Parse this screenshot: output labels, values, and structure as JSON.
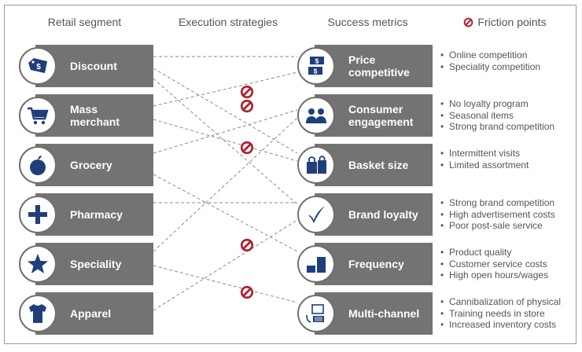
{
  "headers": {
    "retail_segment": "Retail segment",
    "execution_strategies": "Execution strategies",
    "success_metrics": "Success metrics",
    "friction_points": "Friction points"
  },
  "segments": [
    {
      "label": "Discount",
      "icon": "price-tag-icon"
    },
    {
      "label": "Mass\nmerchant",
      "icon": "shopping-cart-icon"
    },
    {
      "label": "Grocery",
      "icon": "apple-icon"
    },
    {
      "label": "Pharmacy",
      "icon": "cross-icon"
    },
    {
      "label": "Speciality",
      "icon": "star-icon"
    },
    {
      "label": "Apparel",
      "icon": "shirt-icon"
    }
  ],
  "metrics": [
    {
      "label": "Price\ncompetitive",
      "icon": "dollar-bills-icon"
    },
    {
      "label": "Consumer\nengagement",
      "icon": "people-icon"
    },
    {
      "label": "Basket size",
      "icon": "shopping-bags-icon"
    },
    {
      "label": "Brand loyalty",
      "icon": "checkmark-icon"
    },
    {
      "label": "Frequency",
      "icon": "bar-steps-icon"
    },
    {
      "label": "Multi-channel",
      "icon": "devices-icon"
    }
  ],
  "friction": [
    [
      "Online competition",
      "Speciality competition"
    ],
    [
      "No loyalty program",
      "Seasonal items",
      "Strong brand competition"
    ],
    [
      "Intermittent visits",
      "Limited assortment"
    ],
    [
      "Strong brand competition",
      "High advertisement costs",
      "Poor post-sale service"
    ],
    [
      "Product quality",
      "Customer service costs",
      "High open hours/wages"
    ],
    [
      "Cannibalization of physical",
      "Training needs in store",
      "Increased inventory costs"
    ]
  ],
  "colors": {
    "bar": "#737373",
    "icon": "#1f3f7a",
    "friction_symbol": "#b0202e",
    "text": "#555555"
  }
}
